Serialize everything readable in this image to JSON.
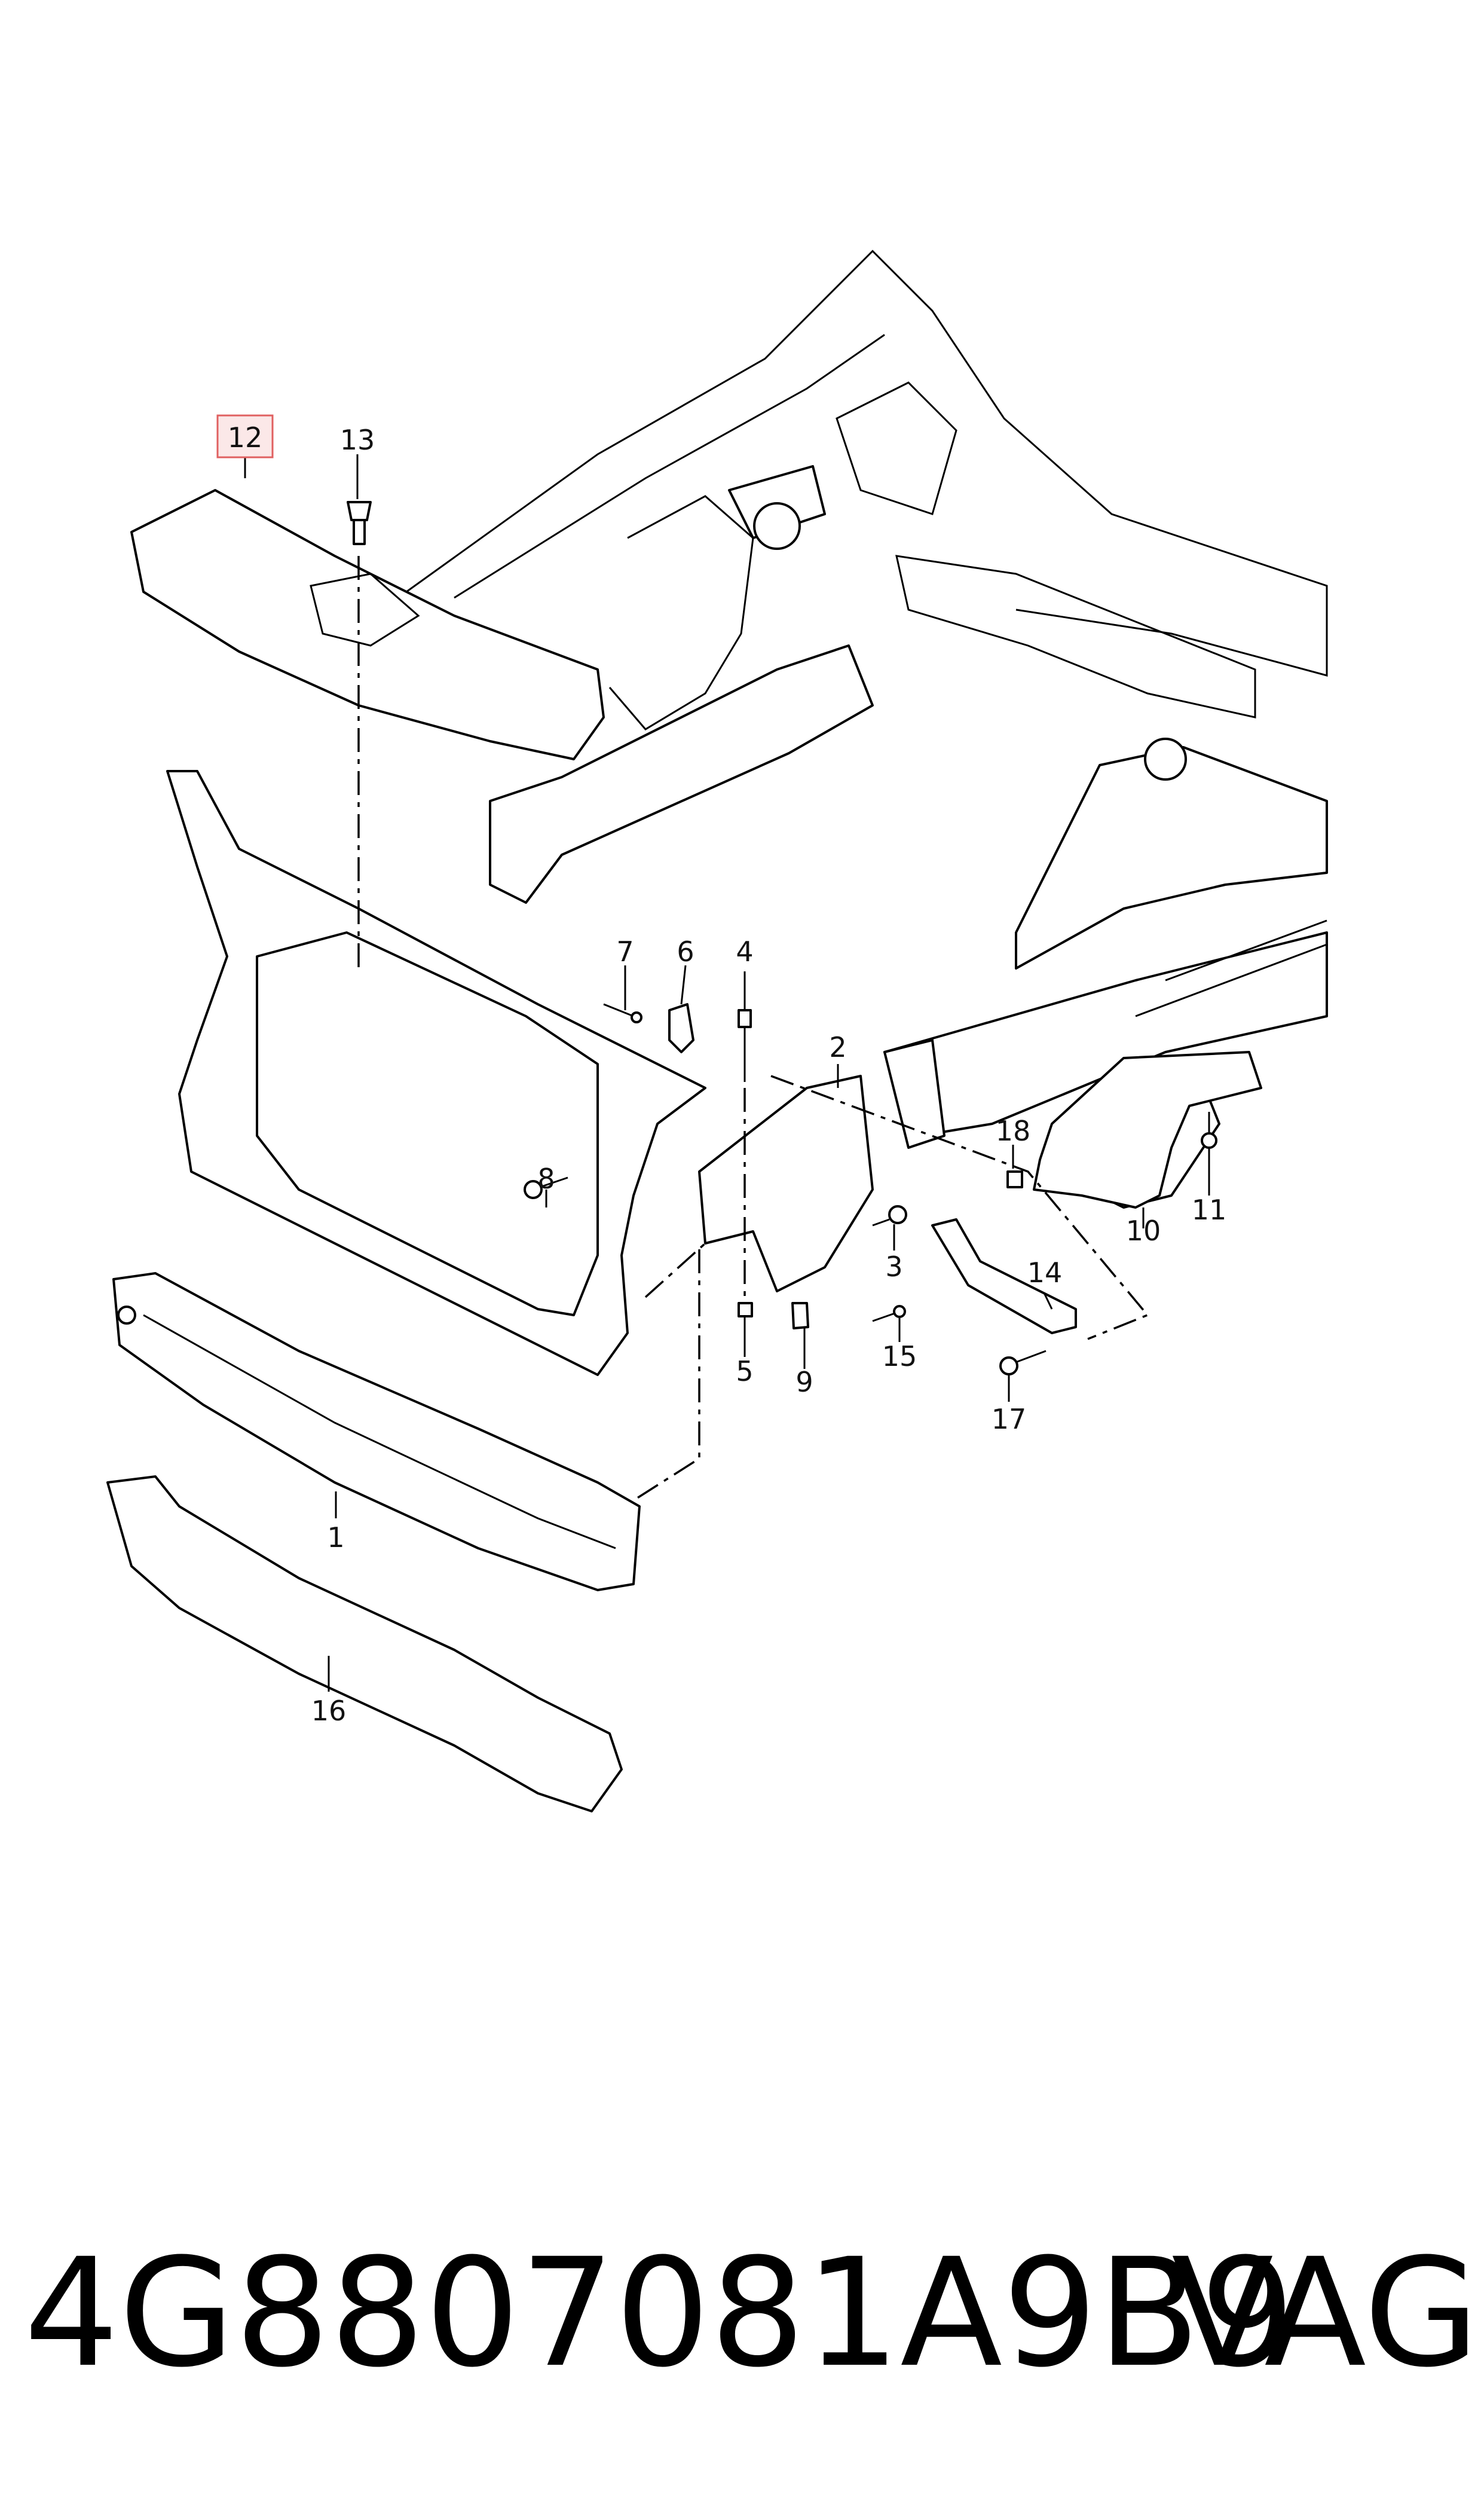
{
  "callouts": [
    {
      "id": "12",
      "label": "12",
      "highlighted": true
    },
    {
      "id": "13",
      "label": "13"
    },
    {
      "id": "7",
      "label": "7"
    },
    {
      "id": "6",
      "label": "6"
    },
    {
      "id": "4",
      "label": "4"
    },
    {
      "id": "2",
      "label": "2"
    },
    {
      "id": "18",
      "label": "18"
    },
    {
      "id": "8",
      "label": "8"
    },
    {
      "id": "10",
      "label": "10"
    },
    {
      "id": "11",
      "label": "11"
    },
    {
      "id": "3",
      "label": "3"
    },
    {
      "id": "14",
      "label": "14"
    },
    {
      "id": "15",
      "label": "15"
    },
    {
      "id": "5",
      "label": "5"
    },
    {
      "id": "9",
      "label": "9"
    },
    {
      "id": "17",
      "label": "17"
    },
    {
      "id": "1",
      "label": "1"
    },
    {
      "id": "16",
      "label": "16"
    }
  ],
  "caption": {
    "part_number": "4G8807081A9B9",
    "brand": "VAG"
  },
  "colors": {
    "highlight_border": "#e06060",
    "highlight_fill": "#fbe8e8",
    "line": "#000000"
  }
}
